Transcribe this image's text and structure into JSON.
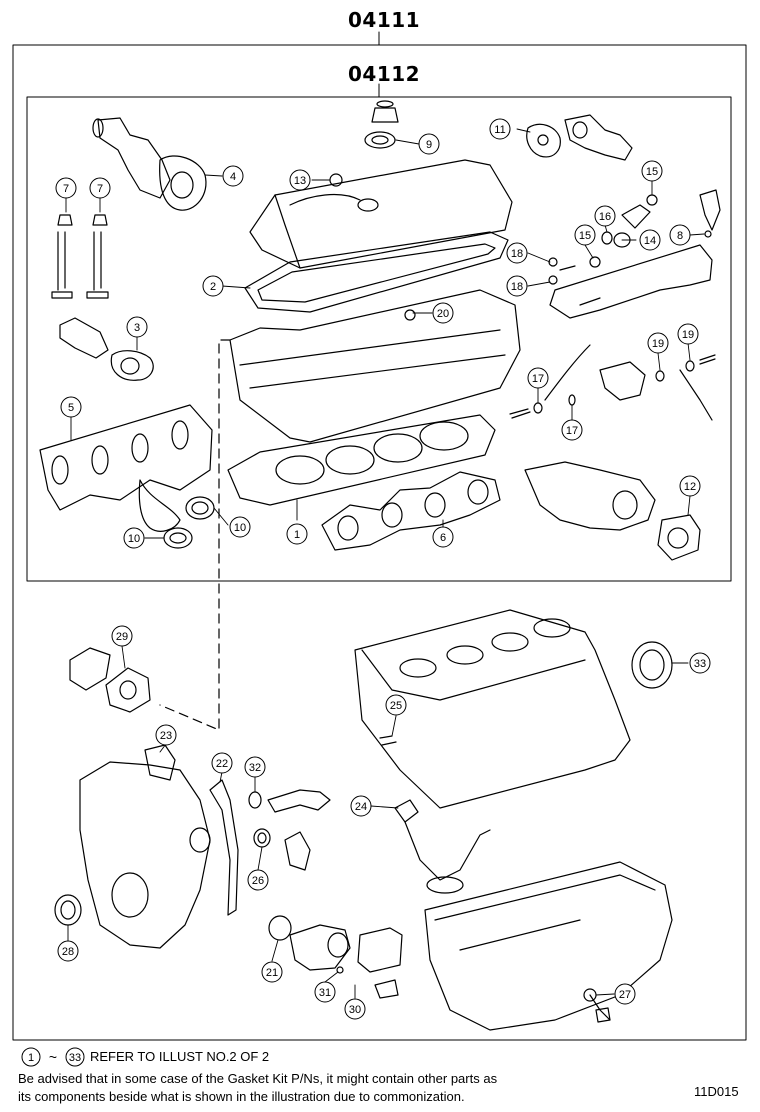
{
  "header": {
    "kit_number": "04111",
    "subkit_number": "04112"
  },
  "callouts": [
    {
      "id": "c1",
      "label": "1"
    },
    {
      "id": "c2",
      "label": "2"
    },
    {
      "id": "c3",
      "label": "3"
    },
    {
      "id": "c4",
      "label": "4"
    },
    {
      "id": "c5",
      "label": "5"
    },
    {
      "id": "c6",
      "label": "6"
    },
    {
      "id": "c7a",
      "label": "7"
    },
    {
      "id": "c7b",
      "label": "7"
    },
    {
      "id": "c8",
      "label": "8"
    },
    {
      "id": "c9",
      "label": "9"
    },
    {
      "id": "c10a",
      "label": "10"
    },
    {
      "id": "c10b",
      "label": "10"
    },
    {
      "id": "c11",
      "label": "11"
    },
    {
      "id": "c12",
      "label": "12"
    },
    {
      "id": "c13",
      "label": "13"
    },
    {
      "id": "c14",
      "label": "14"
    },
    {
      "id": "c15a",
      "label": "15"
    },
    {
      "id": "c15b",
      "label": "15"
    },
    {
      "id": "c16",
      "label": "16"
    },
    {
      "id": "c17a",
      "label": "17"
    },
    {
      "id": "c17b",
      "label": "17"
    },
    {
      "id": "c18a",
      "label": "18"
    },
    {
      "id": "c18b",
      "label": "18"
    },
    {
      "id": "c19a",
      "label": "19"
    },
    {
      "id": "c19b",
      "label": "19"
    },
    {
      "id": "c20",
      "label": "20"
    },
    {
      "id": "c21",
      "label": "21"
    },
    {
      "id": "c22",
      "label": "22"
    },
    {
      "id": "c23",
      "label": "23"
    },
    {
      "id": "c24",
      "label": "24"
    },
    {
      "id": "c25",
      "label": "25"
    },
    {
      "id": "c26",
      "label": "26"
    },
    {
      "id": "c27",
      "label": "27"
    },
    {
      "id": "c28",
      "label": "28"
    },
    {
      "id": "c29",
      "label": "29"
    },
    {
      "id": "c30",
      "label": "30"
    },
    {
      "id": "c31",
      "label": "31"
    },
    {
      "id": "c32",
      "label": "32"
    },
    {
      "id": "c33",
      "label": "33"
    }
  ],
  "footer": {
    "range_start": "1",
    "range_sep": "~",
    "range_end": "33",
    "refer_text": "REFER TO ILLUST NO.2 OF 2",
    "note_line1": "Be advised that in some case of the Gasket Kit P/Ns,  it might contain other parts as",
    "note_line2": "its components beside what is shown in the illustration due to commonization.",
    "illustration_code": "11D015"
  }
}
